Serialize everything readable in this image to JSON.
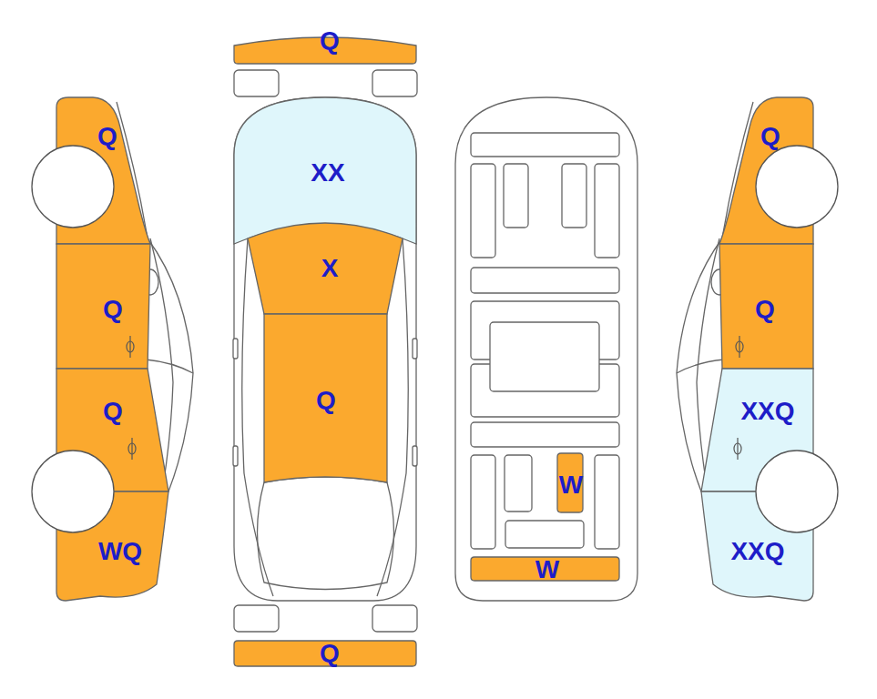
{
  "diagram": {
    "nodes": [
      {
        "text": [
          "Q"
        ]
      },
      {
        "text": [
          "Q"
        ]
      },
      {
        "text": [
          "XX"
        ]
      },
      {
        "text": [
          "Q"
        ]
      },
      {
        "text": [
          "X"
        ]
      },
      {
        "text": [
          "Q"
        ]
      },
      {
        "text": [
          "Q"
        ]
      },
      {
        "text": [
          "Q"
        ]
      },
      {
        "text": [
          "Q"
        ]
      },
      {
        "text": [
          "XXQ"
        ]
      },
      {
        "text": [
          "W"
        ]
      },
      {
        "text": [
          "WQ"
        ]
      },
      {
        "text": [
          "XXQ"
        ]
      },
      {
        "text": [
          "W"
        ]
      },
      {
        "text": [
          "Q"
        ]
      }
    ]
  }
}
